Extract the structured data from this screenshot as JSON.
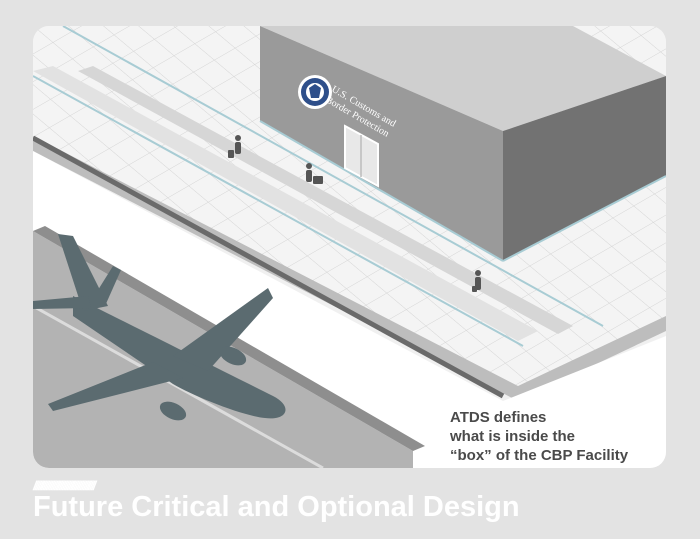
{
  "facility": {
    "seal_label": "U.S. Department of Homeland Security seal",
    "sign_line1": "U.S. Customs and",
    "sign_line2": "Border Protection"
  },
  "callout": {
    "line1": "ATDS defines",
    "line2": "what is inside the",
    "line3": "“box” of the CBP Facility"
  },
  "footer": {
    "rule": "//////////////////////////////////////",
    "title": "Future Critical and Optional Design"
  },
  "colors": {
    "page_bg": "#e3e3e3",
    "panel_bg": "#f0f0f0",
    "building_front": "#9a9a9a",
    "building_roof": "#cfcfcf",
    "building_side": "#727272",
    "aircraft": "#5b6b70",
    "accent_line": "#a8ccd4",
    "callout_text": "#4a4a4a",
    "footer_text": "#ffffff"
  },
  "icons": [
    "dhs-seal-icon",
    "door-icon",
    "traveler-icon",
    "aircraft-icon"
  ]
}
